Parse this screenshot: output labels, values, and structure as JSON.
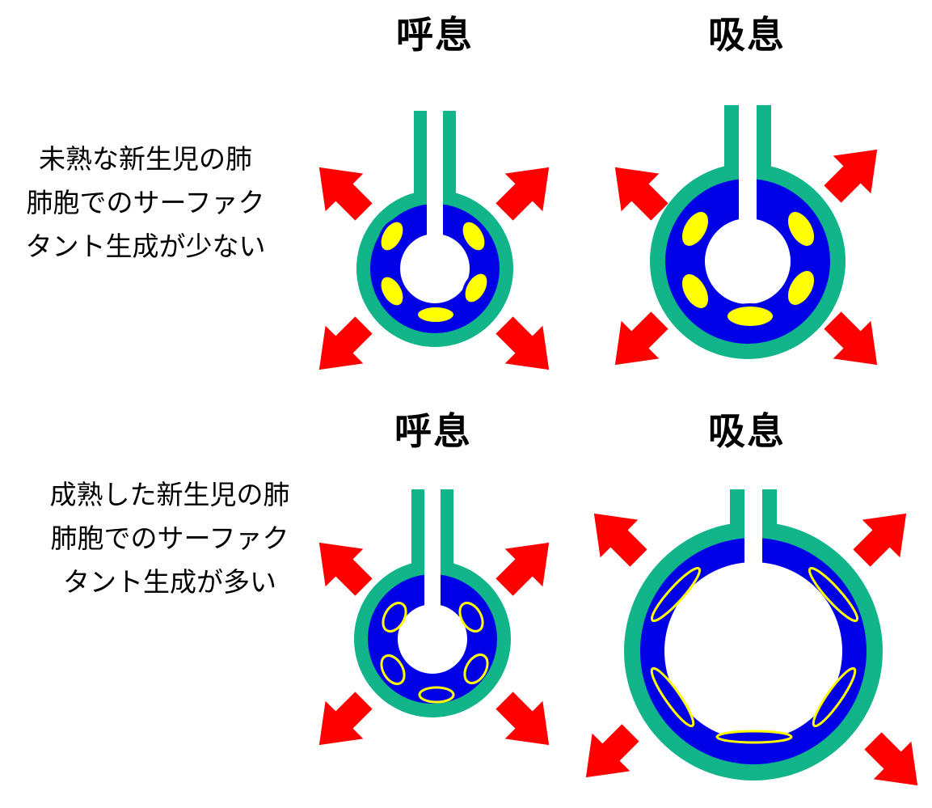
{
  "colors": {
    "wall": "#12b58a",
    "fluid": "#0000e6",
    "surfactant": "#ffff00",
    "air": "#ffffff",
    "arrow": "#ff0000"
  },
  "rows": [
    {
      "description_lines": [
        "未熟な新生児の肺",
        "肺胞でのサーファク",
        "タント生成が少ない"
      ],
      "panels": [
        {
          "label": "呼息"
        },
        {
          "label": "吸息"
        }
      ]
    },
    {
      "description_lines": [
        "成熟した新生児の肺",
        "肺胞でのサーファク",
        "タント生成が多い"
      ],
      "panels": [
        {
          "label": "呼息"
        },
        {
          "label": "吸息"
        }
      ]
    }
  ]
}
